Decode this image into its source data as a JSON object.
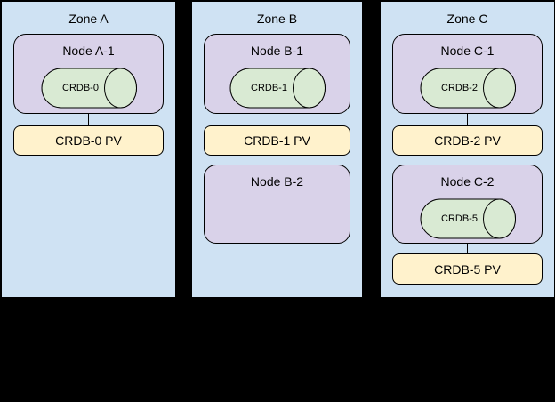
{
  "diagram": {
    "type": "kubernetes-zone-topology",
    "zones": [
      {
        "title": "Zone A",
        "nodes": [
          {
            "label": "Node A-1",
            "cylinder": "CRDB-0",
            "pv": "CRDB-0 PV"
          }
        ]
      },
      {
        "title": "Zone B",
        "nodes": [
          {
            "label": "Node B-1",
            "cylinder": "CRDB-1",
            "pv": "CRDB-1 PV"
          },
          {
            "label": "Node B-2"
          }
        ]
      },
      {
        "title": "Zone C",
        "nodes": [
          {
            "label": "Node C-1",
            "cylinder": "CRDB-2",
            "pv": "CRDB-2 PV"
          },
          {
            "label": "Node C-2",
            "cylinder": "CRDB-5",
            "pv": "CRDB-5 PV"
          }
        ]
      }
    ]
  },
  "colors": {
    "background": "#000000",
    "zone-fill": "#cfe2f3",
    "node-fill": "#d9d2e9",
    "cylinder-fill": "#d9ead3",
    "pv-fill": "#fff2cc",
    "stroke": "#000000"
  }
}
